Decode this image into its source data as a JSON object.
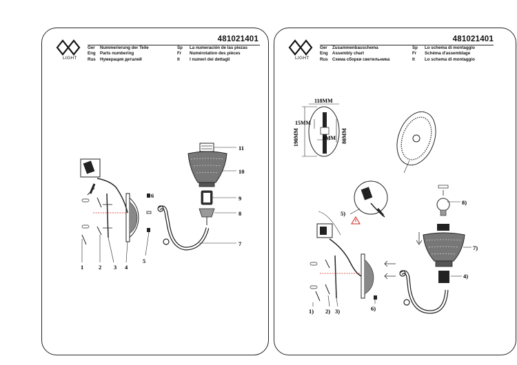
{
  "left_sheet": {
    "logo_text": "LIGHT",
    "model_code": "481021401",
    "languages": [
      {
        "code": "Ger",
        "text": "Nummerierung der Teile"
      },
      {
        "code": "Eng",
        "text": "Parts numbering"
      },
      {
        "code": "Rus",
        "text": "Нумерация деталей"
      },
      {
        "code": "Sp",
        "text": "La numeración de las piezas"
      },
      {
        "code": "Fr",
        "text": "Numérotation des pièces"
      },
      {
        "code": "It",
        "text": "I numeri dei dettagli"
      }
    ],
    "part_numbers": [
      "1",
      "2",
      "3",
      "4",
      "5",
      "6",
      "7",
      "8",
      "9",
      "10",
      "11"
    ]
  },
  "right_sheet": {
    "logo_text": "LIGHT",
    "model_code": "481021401",
    "languages": [
      {
        "code": "Ger",
        "text": "Zusammenbauschema"
      },
      {
        "code": "Eng",
        "text": "Assembly chart"
      },
      {
        "code": "Rus",
        "text": "Схема сборки светильника"
      },
      {
        "code": "Sp",
        "text": "Lo schema di montaggio"
      },
      {
        "code": "Fr",
        "text": "Schéma d'assemblage"
      },
      {
        "code": "It",
        "text": "Lo schema di montaggio"
      }
    ],
    "dimensions": {
      "width": "118MM",
      "height": "190MM",
      "hole_offset": "15MM",
      "hole_spacing": "80MM",
      "hole_diameter": "6MM"
    },
    "step_labels": [
      "1)",
      "2)",
      "3)",
      "4)",
      "5)",
      "6)",
      "7)",
      "8)"
    ]
  },
  "colors": {
    "line": "#222222",
    "warning": "#d22020",
    "grey": "#888888"
  }
}
